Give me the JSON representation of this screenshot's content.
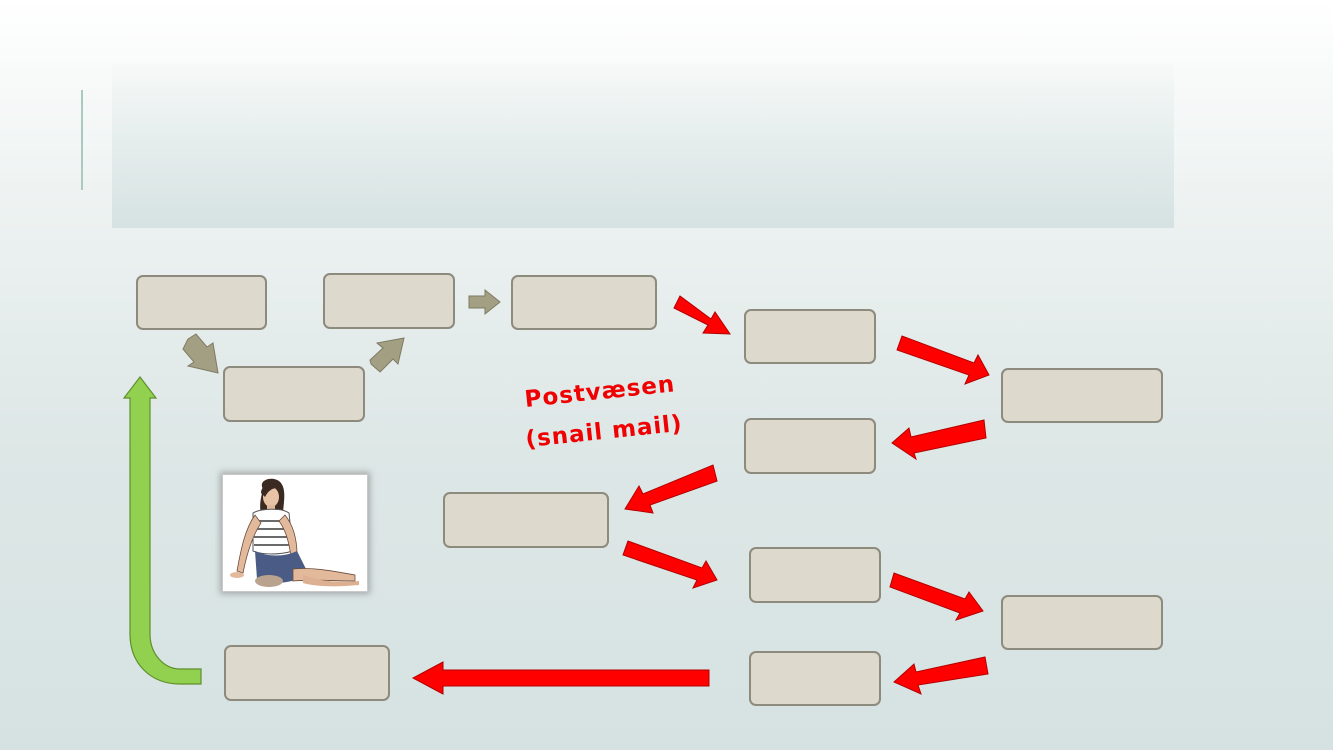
{
  "slide": {
    "title": "",
    "caption_lines": [
      "Postvæsen",
      "(snail mail)"
    ]
  },
  "nodes": [
    "",
    "",
    "",
    "",
    "",
    "",
    "",
    "",
    "",
    "",
    "",
    "",
    ""
  ],
  "colors": {
    "node_fill": "#ddd9cc",
    "node_border": "#8d8a7e",
    "arrow_tan": "#a39f83",
    "arrow_red": "#ff0000",
    "arrow_green": "#92d050",
    "caption": "#f00000"
  },
  "image": {
    "icon": "seated-woman-illustration"
  }
}
